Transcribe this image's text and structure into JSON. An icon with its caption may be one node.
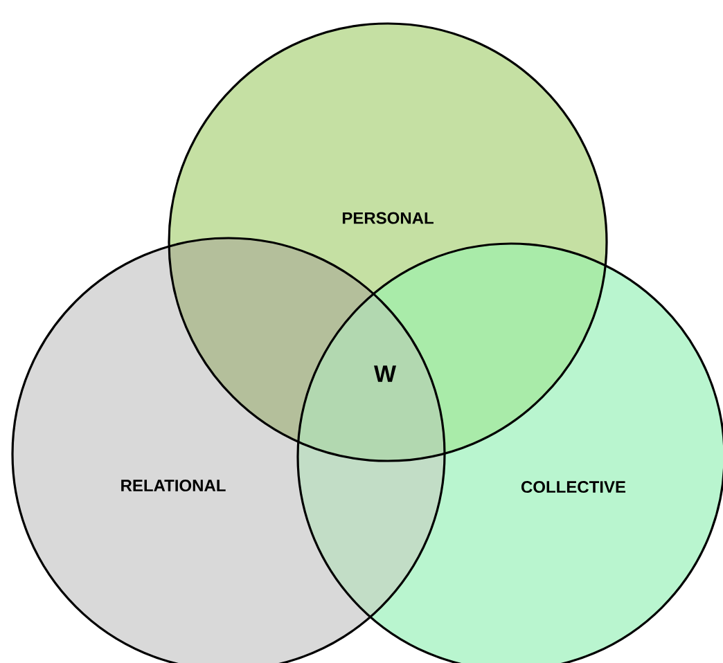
{
  "diagram": {
    "nodes": [
      {
        "text": [
          "PERSONAL"
        ]
      },
      {
        "text": [
          "RELATIONAL"
        ]
      },
      {
        "text": [
          "COLLECTIVE"
        ]
      }
    ],
    "edges": [],
    "labels": [
      "W"
    ]
  }
}
